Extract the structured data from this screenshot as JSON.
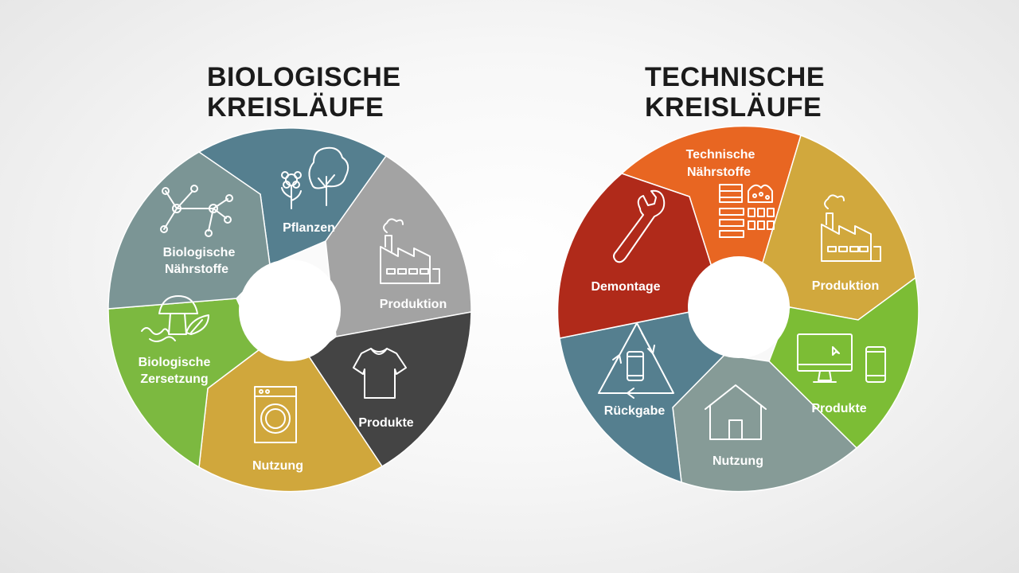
{
  "biological": {
    "title_line1": "BIOLOGISCHE",
    "title_line2": "KREISLÄUFE",
    "segments": [
      {
        "label_lines": [
          "Pflanzen"
        ],
        "color": "#557f8f",
        "icon": "tree-flower-icon"
      },
      {
        "label_lines": [
          "Produktion"
        ],
        "color": "#a3a3a3",
        "icon": "factory-icon"
      },
      {
        "label_lines": [
          "Produkte"
        ],
        "color": "#444444",
        "icon": "tshirt-icon"
      },
      {
        "label_lines": [
          "Nutzung"
        ],
        "color": "#d0a73c",
        "icon": "washing-machine-icon"
      },
      {
        "label_lines": [
          "Biologische",
          "Zersetzung"
        ],
        "color": "#7cb940",
        "icon": "mushroom-worm-icon"
      },
      {
        "label_lines": [
          "Biologische",
          "Nährstoffe"
        ],
        "color": "#7b9595",
        "icon": "molecule-icon"
      }
    ]
  },
  "technical": {
    "title_line1": "TECHNISCHE",
    "title_line2": "KREISLÄUFE",
    "segments": [
      {
        "label_lines": [
          "Technische",
          "Nährstoffe"
        ],
        "color": "#e86622",
        "icon": "materials-icon"
      },
      {
        "label_lines": [
          "Produktion"
        ],
        "color": "#d1a83d",
        "icon": "factory-icon"
      },
      {
        "label_lines": [
          "Produkte"
        ],
        "color": "#7cbd35",
        "icon": "monitor-phone-icon"
      },
      {
        "label_lines": [
          "Nutzung"
        ],
        "color": "#869b97",
        "icon": "house-icon"
      },
      {
        "label_lines": [
          "Rückgabe"
        ],
        "color": "#557f8f",
        "icon": "recycle-phone-icon"
      },
      {
        "label_lines": [
          "Demontage"
        ],
        "color": "#b02a1a",
        "icon": "wrench-icon"
      }
    ]
  }
}
